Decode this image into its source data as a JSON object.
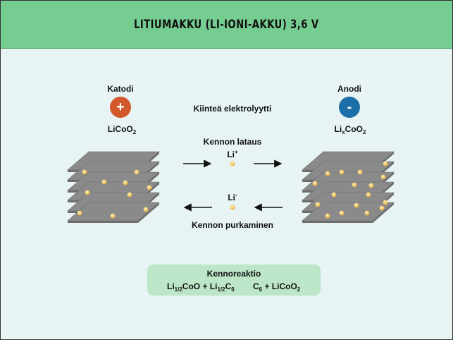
{
  "header": {
    "title": "LITIUMAKKU (LI-IONI-AKKU) 3,6 V"
  },
  "cathode": {
    "label": "Katodi",
    "sign": "+",
    "formula_base": "LiCoO",
    "formula_sub": "2",
    "color": "#d2572a"
  },
  "anode": {
    "label": "Anodi",
    "sign": "-",
    "formula_li": "Li",
    "formula_x": "x",
    "formula_mid": "CoO",
    "formula_sub": "2",
    "color": "#1c6fa8"
  },
  "electrolyte": {
    "label": "Kiinteä elektrolyytti"
  },
  "charging": {
    "label": "Kennon lataus",
    "ion": "Li",
    "ion_charge": "+"
  },
  "discharging": {
    "label": "Kennon purkaminen",
    "ion": "Li",
    "ion_charge": "-"
  },
  "reaction": {
    "title": "Kennoreaktio",
    "part1": "Li",
    "sub1": "1/2",
    "part2": "CoO + Li",
    "sub2": "1/2",
    "part3": "C",
    "sub3": "6",
    "part4": "C",
    "sub4": "6",
    "part5": " + LiCoO",
    "sub5": "2"
  },
  "colors": {
    "header": "#76cd92",
    "background": "#e7f4f3",
    "plate": "#8a8a8a",
    "ion": "#f2c55a"
  }
}
